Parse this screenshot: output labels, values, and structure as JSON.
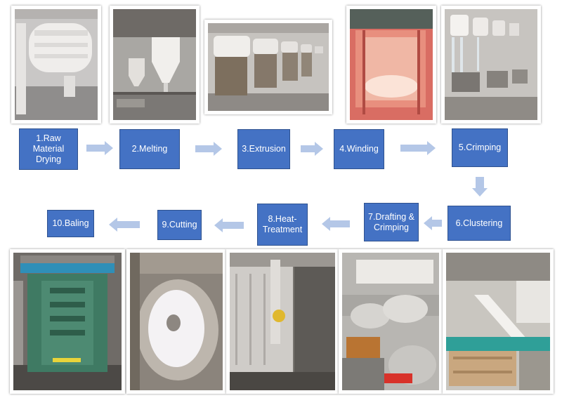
{
  "steps": [
    {
      "id": "raw-material-drying",
      "label": "1.Raw Material Drying"
    },
    {
      "id": "melting",
      "label": "2.Melting"
    },
    {
      "id": "extrusion",
      "label": "3.Extrusion"
    },
    {
      "id": "winding",
      "label": "4.Winding"
    },
    {
      "id": "crimping",
      "label": "5.Crimping"
    },
    {
      "id": "clustering",
      "label": "6.Clustering"
    },
    {
      "id": "drafting-crimping",
      "label": "7.Drafting & Crimping"
    },
    {
      "id": "heat-treatment",
      "label": "8.Heat-Treatment"
    },
    {
      "id": "cutting",
      "label": "9.Cutting"
    },
    {
      "id": "baling",
      "label": "10.Baling"
    }
  ],
  "colors": {
    "box_fill": "#4472c4",
    "box_border": "#2f528f",
    "arrow_fill": "#b4c7e7",
    "photo_frame": "#ffffff"
  },
  "photos": [
    "dryer-photo",
    "melting-hopper-photo",
    "extrusion-machines-photo",
    "winding-photo",
    "crimping-photo",
    "clustering-photo",
    "drafting-rollers-photo",
    "heat-treatment-oven-photo",
    "cutting-photo",
    "baling-press-photo"
  ]
}
